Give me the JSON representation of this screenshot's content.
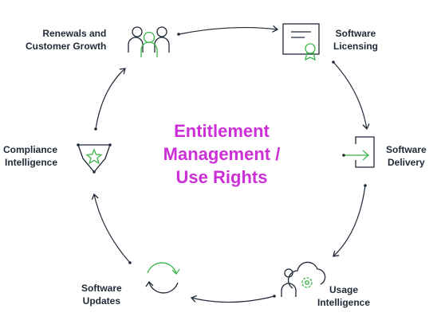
{
  "title": {
    "line1": "Entitlement",
    "line2": "Management /",
    "line3": "Use Rights"
  },
  "nodes": [
    {
      "id": "renewals",
      "icon": "people-group-icon",
      "line1": "Renewals and",
      "line2": "Customer Growth"
    },
    {
      "id": "licensing",
      "icon": "certificate-icon",
      "line1": "Software",
      "line2": "Licensing"
    },
    {
      "id": "delivery",
      "icon": "delivery-arrow-icon",
      "line1": "Software",
      "line2": "Delivery"
    },
    {
      "id": "usage",
      "icon": "usage-cloud-gear-icon",
      "line1": "Usage",
      "line2": "Intelligence"
    },
    {
      "id": "updates",
      "icon": "refresh-cycle-icon",
      "line1": "Software",
      "line2": "Updates"
    },
    {
      "id": "compliance",
      "icon": "shield-star-icon",
      "line1": "Compliance",
      "line2": "Intelligence"
    }
  ],
  "colors": {
    "title": "#cc2fd6",
    "accent": "#3cb54a",
    "stroke": "#1f2937",
    "text": "#1f2937"
  }
}
